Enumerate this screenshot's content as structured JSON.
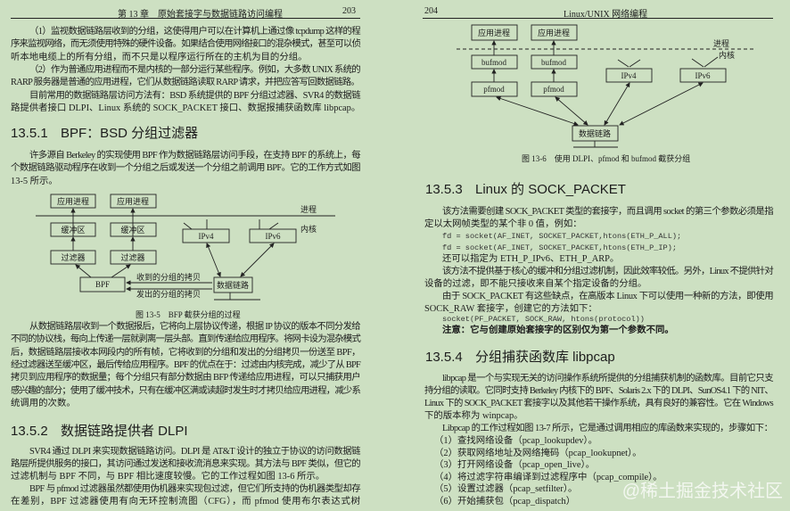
{
  "left_page": {
    "header_chapter": "第 13 章　原始套接字与数据链路访问编程",
    "page_number": "203",
    "intro_lines": [
      "（1）监视数据链路层收到的分组，这使得用户可以在计算机上通过像 tcpdump 这样的程",
      "序来监视网络，而无须使用特殊的硬件设备。如果结合使用网络接口的混杂模式，甚至可以侦",
      "听本地电缆上的所有分组，而不只是以程序运行所在的主机为目的分组。",
      "（2）作为普通应用进程而不是内核的一部分运行某些程序。例如，大多数 UNIX 系统的",
      "RARP 服务器是普通的应用进程，它们从数据链路读取 RARP 请求，并把应答写回数据链路。",
      "目前常用的数据链路层访问方法有：BSD 系统提供的 BPF 分组过滤器、SVR4 的数据链",
      "路提供者接口 DLPI、Linux 系统的 SOCK_PACKET 接口、数据报捕获函数库 libpcap。"
    ],
    "section1": {
      "number": "13.5.1",
      "title": "BPF：BSD 分组过滤器",
      "lines_before": [
        "许多源自 Berkeley 的实现使用 BPF 作为数据链路层访问手段，在支持 BPF 的系统上，每",
        "个数据链路驱动程序在收到一个分组之后或发送一个分组之前调用  BPF。它的工作方式如图",
        "13-5 所示。"
      ],
      "figure": {
        "app1": "应用进程",
        "app2": "应用进程",
        "process_label": "进程",
        "kernel_label": "内核",
        "buf1": "缓冲区",
        "buf2": "缓冲区",
        "filter1": "过滤器",
        "filter2": "过滤器",
        "ipv4": "IPv4",
        "ipv6": "IPv6",
        "bpf": "BPF",
        "datalink": "数据链路",
        "recv_copy": "收到的分组的拷贝",
        "send_copy": "发出的分组的拷贝",
        "caption": "图 13-5　BFP 截获分组的过程"
      },
      "lines_after": [
        "从数据链路层收到一个数据报后，它将向上层协议传递，根据 IP 协议的版本不同分发给",
        "不同的协议栈，每向上传递一层就剥离一层头部。直到传递给应用程序。将网卡设为混杂模式",
        "后，数据链路层接收本网段内的所有帧，它将收到的分组和发出的分组拷贝一份送至  BPF，",
        "经过滤器送至缓冲区，最后传给应用程序。BPF 的优点在于：过滤由内核完成，减少了从 BPF",
        "拷贝到应用程序的数据量；每个分组只有部分数据由 BFP 传递给应用进程，可以只捕获用户",
        "感兴趣的部分；使用了缓冲技术，只有在缓冲区满或读超时发生时才拷贝给应用进程，减少系",
        "统调用的次数。"
      ]
    },
    "section2": {
      "number": "13.5.2",
      "title": "数据链路提供者 DLPI",
      "lines": [
        "SVR4 通过 DLPI 来实现数据链路访问。DLPI 是 AT&T 设计的独立于协议的访问数据链",
        "路层所提供服务的接口，其访问通过发送和接收流消息来实现。其方法与 BPF 类似，但它的",
        "过滤机制与 BPF 不同，与 BPF 相比速度较慢。它的工作过程如图 13-6 所示。",
        "BPF 与 pfmod 过滤器虽然都使用伪机器来实现包过滤，但它们所支持的伪机器类型却存",
        "在差别，BPF 过滤器使用有向无环控制流图（CFG），而 pfmod 使用布尔表达式树"
      ]
    }
  },
  "right_page": {
    "page_number": "204",
    "header_title": "Linux/UNIX 网络编程",
    "figure": {
      "app1": "应用进程",
      "app2": "应用进程",
      "process_label": "进程",
      "kernel_label": "内核",
      "bufmod1": "bufmod",
      "bufmod2": "bufmod",
      "pfmod1": "pfmod",
      "pfmod2": "pfmod",
      "ipv4": "IPv4",
      "ipv6": "IPv6",
      "datalink": "数据链路",
      "caption": "图 13-6　使用 DLPI、pfmod 和 bufmod 截获分组"
    },
    "section3": {
      "number": "13.5.3",
      "title": "Linux 的 SOCK_PACKET",
      "lines1": [
        "该方法需要创建 SOCK_PACKET 类型的套接字，而且调用 socket 的第三个参数必须是指",
        "定以太网帧类型的某个非 0 值，例如："
      ],
      "code1": [
        "fd = socket(AF_INET, SOCKET_PACKET,htons(ETH_P_ALL);",
        "fd = socket(AF_INET, SOCKET_PACKET,htons(ETH_P_IP);"
      ],
      "lines2": [
        "还可以指定为 ETH_P_IPv6、ETH_P_ARP。",
        "该方法不提供基于核心的缓冲和分组过滤机制，因此效率较低。另外，Linux 不提供针对",
        "设备的过滤，即不能只接收来自某个指定设备的分组。",
        "由于  SOCK_PACKET  有这些缺点，在高版本  Linux  下可以使用一种新的方法，即使用",
        "SOCK_RAW 套接字，创建它的方法如下："
      ],
      "code2": "socket(PF_PACKET, SOCK_RAW, htons(protocol))",
      "note": "注意：它与创建原始套接字的区别仅为第一个参数不同。"
    },
    "section4": {
      "number": "13.5.4",
      "title": "分组捕获函数库 libpcap",
      "lines": [
        "libpcap  是一个与实现无关的访问操作系统所提供的分组捕获机制的函数库。目前它只支",
        "持分组的读取。它同时支持 Berkeley 内核下的 BPF、Solaris 2.x 下的 DLPI、SunOS4.1 下的 NIT、",
        "Linux 下的 SOCK_PACKET 套接字以及其他若干操作系统，具有良好的兼容性。它在 Windows",
        "下的版本称为 winpcap。",
        "Libpcap 的工作过程如图 13-7 所示，它是通过调用相应的库函数来实现的，步骤如下："
      ],
      "steps": [
        "（1）查找网络设备（pcap_lookupdev）。",
        "（2）获取网络地址及网络掩码（pcap_lookupnet）。",
        "（3）打开网络设备（pcap_open_live）。",
        "（4）将过滤字符串编译到过滤程序中（pcap_compile）。",
        "（5）设置过滤器（pcap_setfilter）。",
        "（6）开始捕获包（pcap_dispatch）"
      ]
    }
  },
  "watermark": "@稀土掘金技术社区",
  "colors": {
    "paper": "#cde0c2",
    "ink": "#1c1c1c"
  }
}
